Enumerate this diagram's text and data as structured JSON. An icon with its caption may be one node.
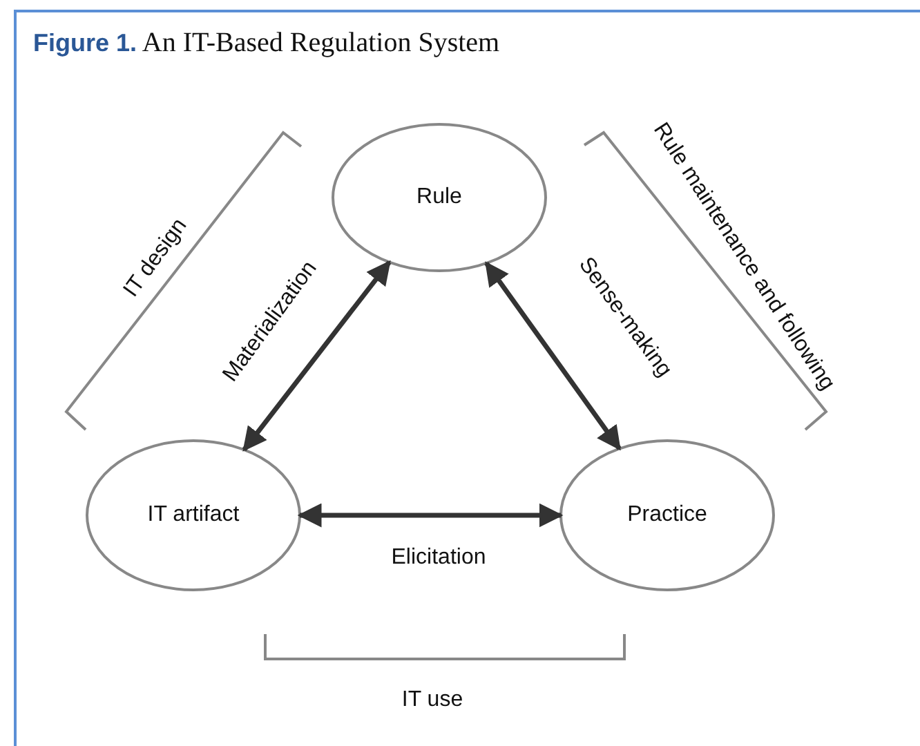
{
  "diagram": {
    "title": "**Figure 1.** An IT-Based Regulation System",
    "nodes": [
      {
        "text": [
          "Rule"
        ]
      },
      {
        "text": [
          "IT artifact"
        ]
      },
      {
        "text": [
          "Practice"
        ]
      }
    ],
    "edges": [
      {
        "from": 0,
        "to": 1,
        "arrow": "both",
        "label": "Materialization"
      },
      {
        "from": 0,
        "to": 2,
        "arrow": "both",
        "label": "Sense-making"
      },
      {
        "from": 1,
        "to": 2,
        "arrow": "both",
        "label": "Elicitation"
      }
    ],
    "labels": [
      "IT design",
      "Rule maintenance and following",
      "IT use"
    ]
  }
}
